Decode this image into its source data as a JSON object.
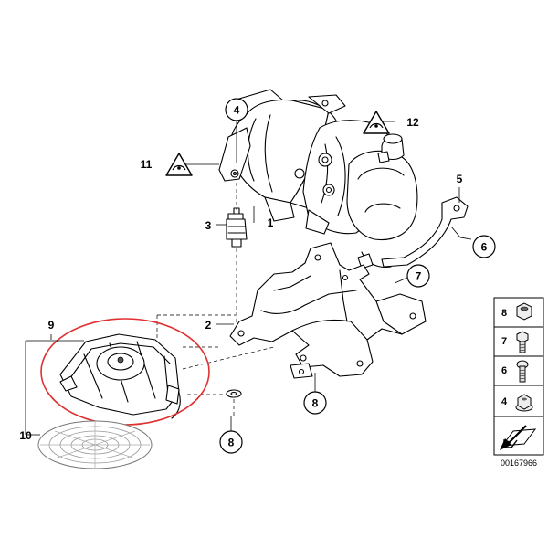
{
  "diagram": {
    "callouts": [
      "1",
      "2",
      "3",
      "4",
      "5",
      "6",
      "7",
      "8",
      "9",
      "10",
      "11",
      "12"
    ],
    "side_panel": {
      "rows": [
        "8",
        "7",
        "6",
        "4"
      ]
    },
    "reference_number": "00167966",
    "highlight_color": "#e03030"
  }
}
